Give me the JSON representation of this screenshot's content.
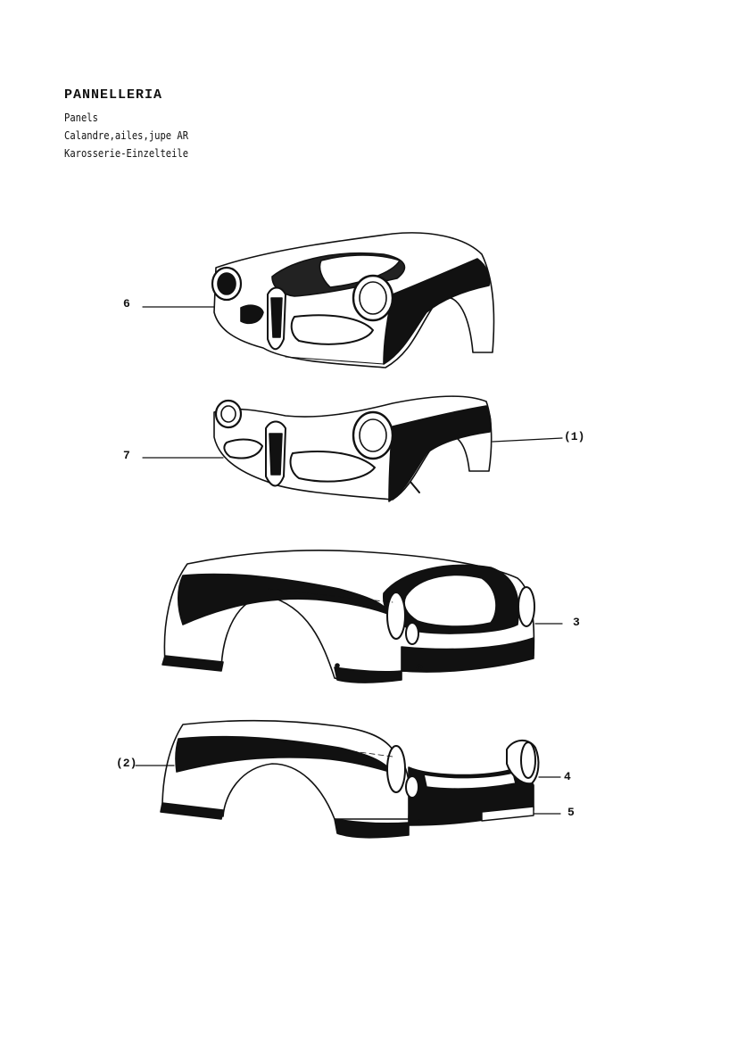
{
  "header": {
    "title": "PANNELLERIA",
    "subtitles": [
      "Panels",
      "Calandre,ailes,jupe AR",
      "Karosserie-Einzelteile"
    ]
  },
  "callouts": {
    "c6": "6",
    "c7": "7",
    "c1": "(1)",
    "c3": "3",
    "c2": "(2)",
    "c4": "4",
    "c5": "5"
  }
}
